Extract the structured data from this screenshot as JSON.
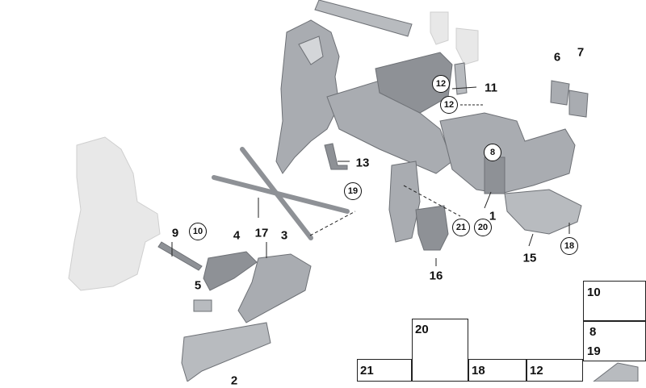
{
  "callouts": [
    {
      "id": "c1",
      "text": "1",
      "circled": false
    },
    {
      "id": "c2",
      "text": "2",
      "circled": false
    },
    {
      "id": "c3",
      "text": "3",
      "circled": false
    },
    {
      "id": "c4",
      "text": "4",
      "circled": false
    },
    {
      "id": "c5",
      "text": "5",
      "circled": false
    },
    {
      "id": "c6",
      "text": "6",
      "circled": false
    },
    {
      "id": "c7",
      "text": "7",
      "circled": false
    },
    {
      "id": "c8",
      "text": "8",
      "circled": true
    },
    {
      "id": "c9",
      "text": "9",
      "circled": false
    },
    {
      "id": "c10",
      "text": "10",
      "circled": true
    },
    {
      "id": "c11",
      "text": "11",
      "circled": false
    },
    {
      "id": "c12a",
      "text": "12",
      "circled": true
    },
    {
      "id": "c12b",
      "text": "12",
      "circled": true
    },
    {
      "id": "c13",
      "text": "13",
      "circled": false
    },
    {
      "id": "c15",
      "text": "15",
      "circled": false
    },
    {
      "id": "c16",
      "text": "16",
      "circled": false
    },
    {
      "id": "c17",
      "text": "17",
      "circled": false
    },
    {
      "id": "c18",
      "text": "18",
      "circled": true
    },
    {
      "id": "c19",
      "text": "19",
      "circled": true
    },
    {
      "id": "c20",
      "text": "20",
      "circled": true
    },
    {
      "id": "c21",
      "text": "21",
      "circled": true
    }
  ],
  "fastener_boxes": [
    {
      "id": "b1",
      "labels": [
        "10"
      ]
    },
    {
      "id": "b2",
      "labels": [
        "8",
        "19"
      ]
    },
    {
      "id": "b3",
      "labels": [
        "20"
      ]
    },
    {
      "id": "b4",
      "labels": [
        "21"
      ]
    },
    {
      "id": "b5",
      "labels": [
        "18"
      ]
    },
    {
      "id": "b6",
      "labels": [
        "12"
      ]
    }
  ],
  "colors": {
    "part_fill": "#a9acb1",
    "part_dark": "#75787d",
    "part_light": "#d4d6d9",
    "ghost": "#e6e6e6",
    "line": "#222222"
  }
}
